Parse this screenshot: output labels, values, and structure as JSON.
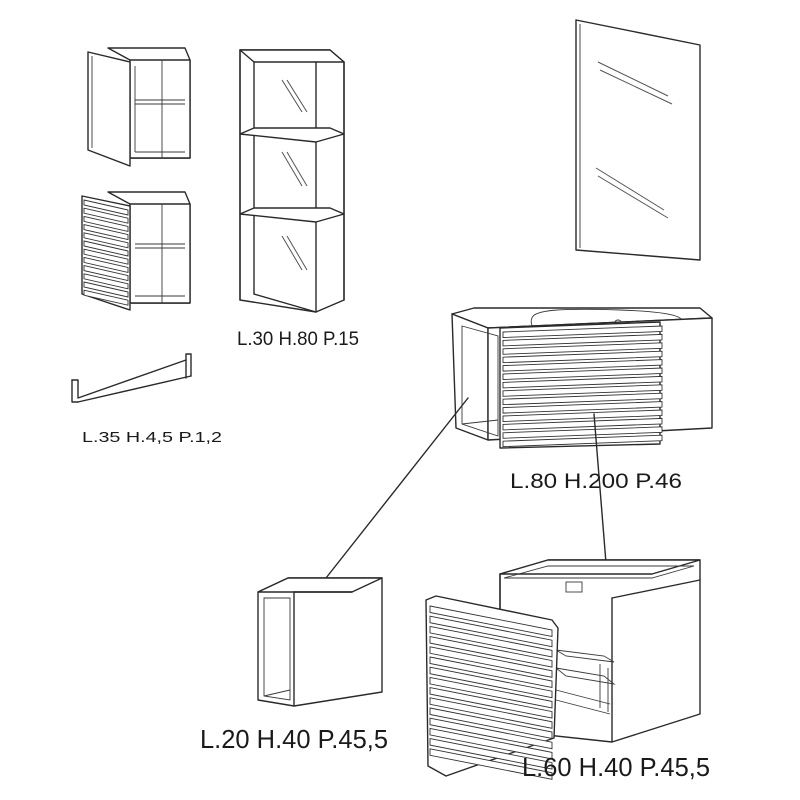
{
  "labels": {
    "tall_unit": "L.30 H.80 P.15",
    "towel_bar": "L.35 H.4,5 P.1,2",
    "main_unit": "L.80 H.200 P.46",
    "side_module": "L.20 H.40 P.45,5",
    "drawer_module": "L.60 H.40 P.45,5"
  },
  "colors": {
    "line": "#2a2a2a",
    "text": "#1a1a1a",
    "background": "#ffffff"
  }
}
